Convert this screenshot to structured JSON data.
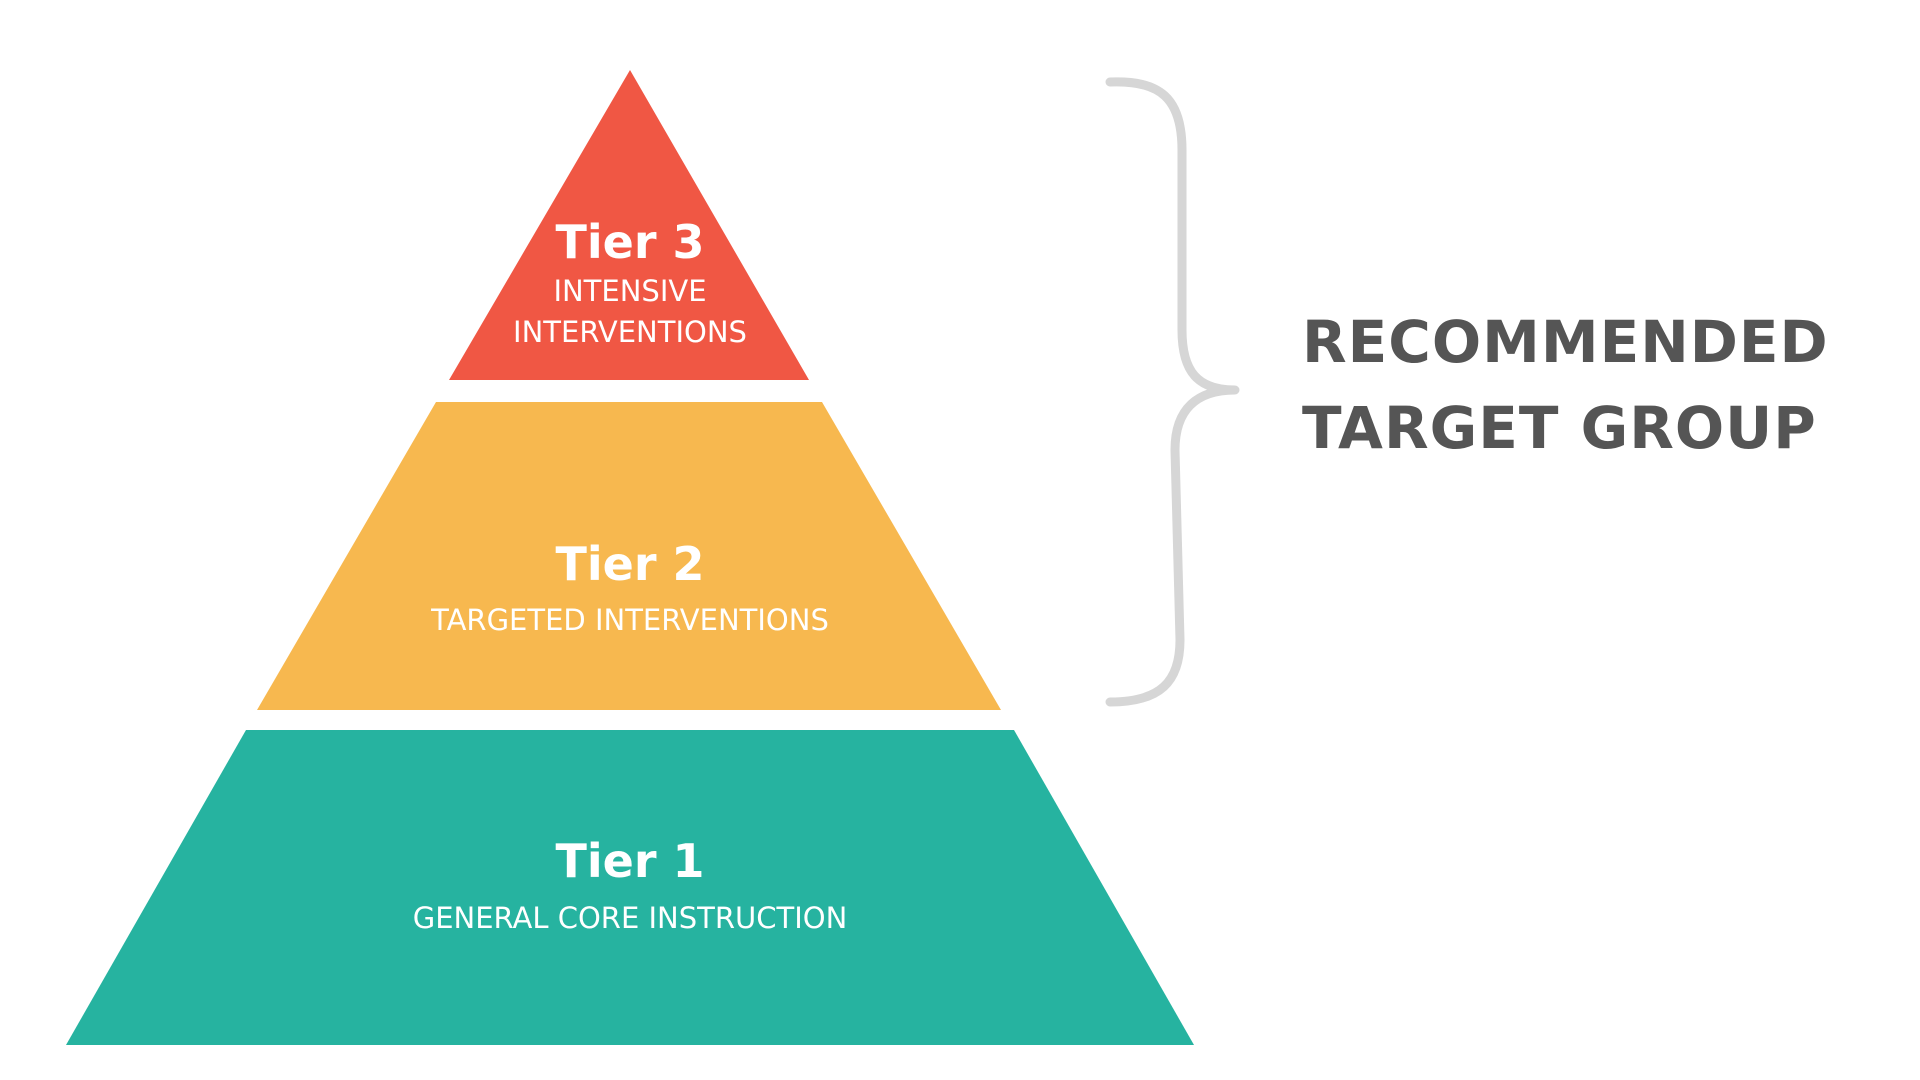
{
  "pyramid": {
    "tiers": [
      {
        "id": "tier-3",
        "title": "Tier 3",
        "subtitle_lines": [
          "INTENSIVE",
          "INTERVENTIONS"
        ],
        "color": "#F05744"
      },
      {
        "id": "tier-2",
        "title": "Tier 2",
        "subtitle_lines": [
          "TARGETED INTERVENTIONS"
        ],
        "color": "#F7B84F"
      },
      {
        "id": "tier-1",
        "title": "Tier 1",
        "subtitle_lines": [
          "GENERAL CORE INSTRUCTION"
        ],
        "color": "#26B3A0"
      }
    ]
  },
  "bracket": {
    "color": "#D6D6D6",
    "spans": [
      "tier-3",
      "tier-2"
    ]
  },
  "side_label": {
    "lines": [
      "RECOMMENDED",
      "TARGET GROUP"
    ],
    "color": "#555555"
  }
}
